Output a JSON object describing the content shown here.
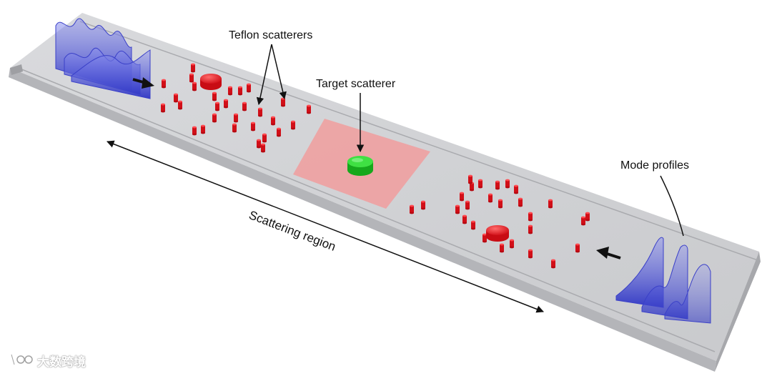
{
  "labels": {
    "teflon": "Teflon scatterers",
    "target": "Target scatterer",
    "region": "Scattering region",
    "mode": "Mode profiles"
  },
  "watermark": {
    "text": "大数跨境",
    "icon": "watermark-logo-icon"
  },
  "colors": {
    "waveguide_top": "#d3d4d7",
    "waveguide_front": "#bdbec2",
    "scatterer_red": "#e8121e",
    "target_green": "#22d02a",
    "target_zone": "#f5a0a0",
    "mode_profile": "#4b52d6"
  }
}
